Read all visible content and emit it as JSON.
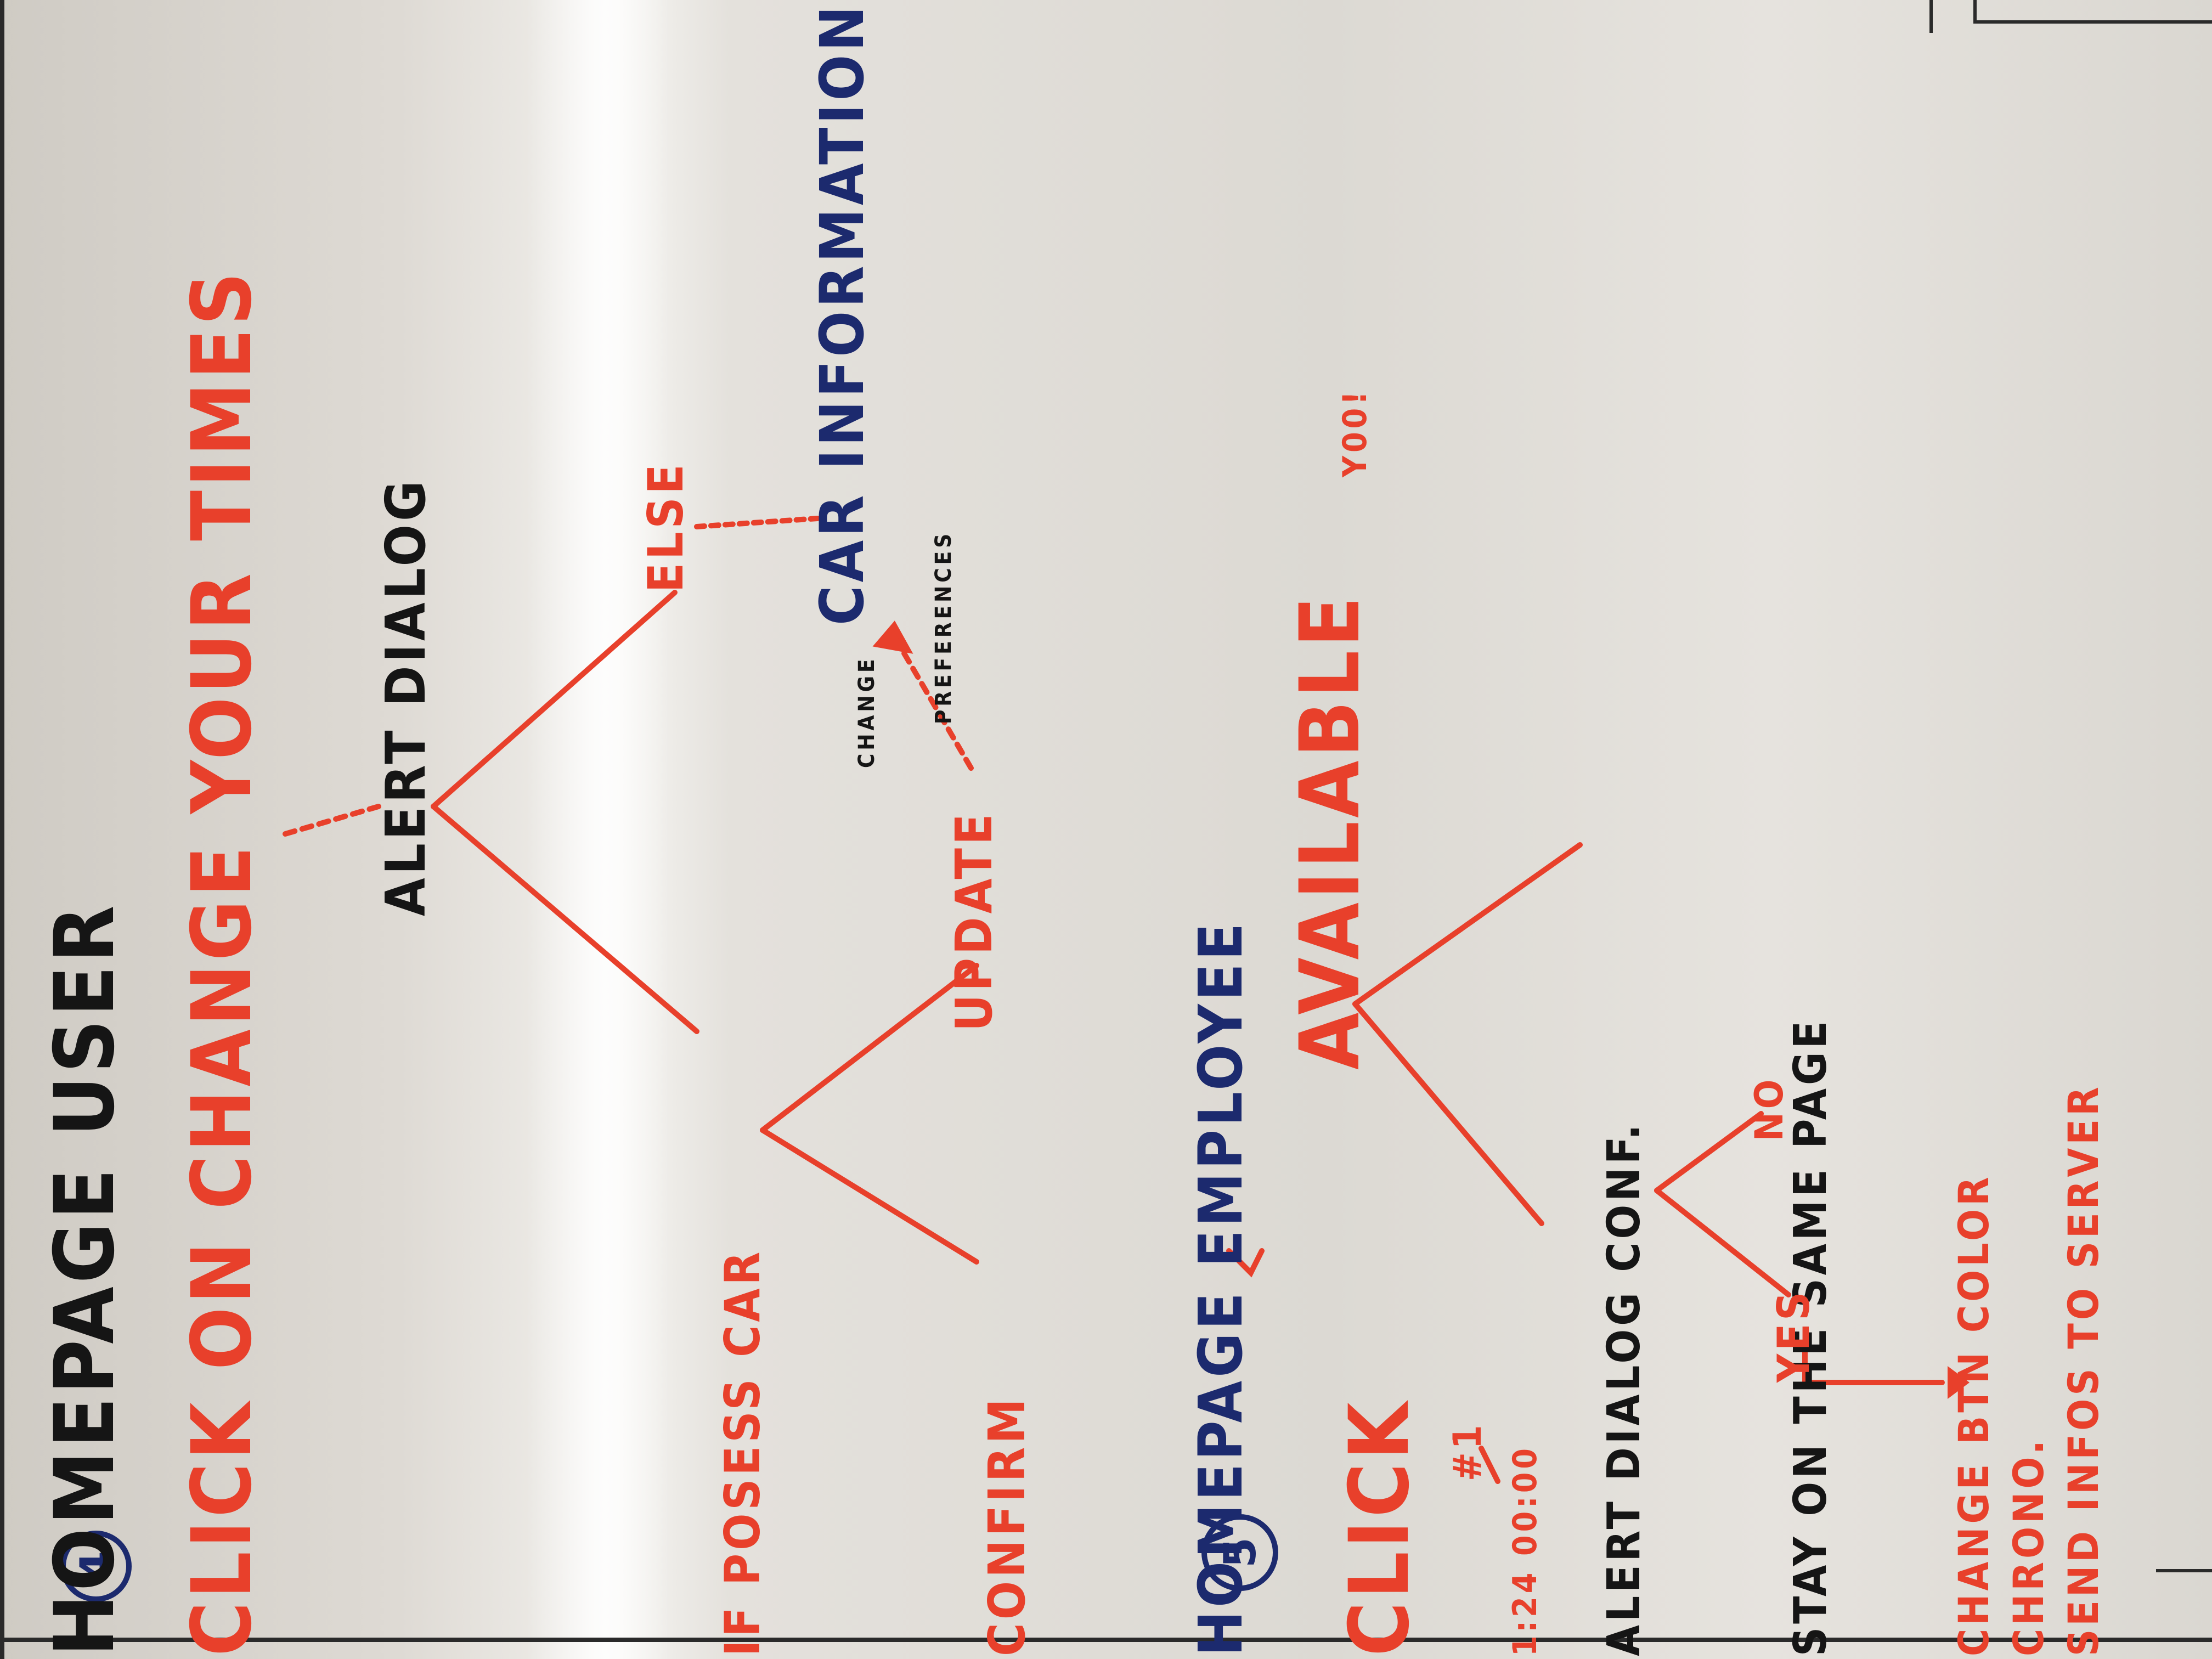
{
  "sections": [
    {
      "number": "4",
      "title": "HOMEPAGE USER",
      "step": "CLICK ON CHANGE YOUR TIMES",
      "node_alert": "ALERT DIALOG",
      "branch_left": "IF POSESS CAR",
      "branch_right": "ELSE",
      "left_a": "CONFIRM",
      "left_b": "UPDATE",
      "right_target": "CAR INFORMATION",
      "arrow_note_1": "CHANGE",
      "arrow_note_2": "PREFERENCES",
      "stray_note": "Y00!"
    },
    {
      "number": "5",
      "title": "HOMEPAGE EMPLOYEE",
      "step_prefix": "CLICK",
      "step_action": "AVAILABLE",
      "node_alert": "ALERT DIALOG CONF.",
      "margin_note_1": "#1",
      "margin_note_2": "1:24 00:00",
      "no_label": "NO",
      "no_result": "STAY ON THE SAME PAGE",
      "yes_label": "YES",
      "yes_actions": [
        "CHANGE BTN COLOR",
        "CHRONO. ",
        "SEND INFOS TO SERVER"
      ]
    }
  ],
  "colors": {
    "red": "#e8402b",
    "black": "#151515",
    "navy": "#1c2a6e",
    "board": "#dedad4"
  }
}
